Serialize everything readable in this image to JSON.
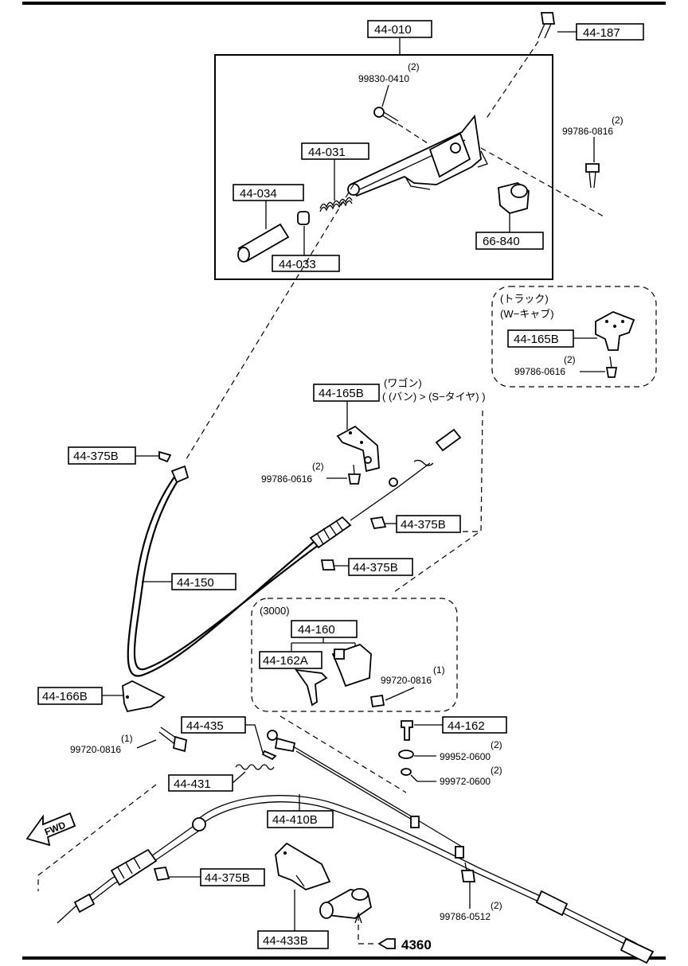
{
  "parts": {
    "p44_010": "44-010",
    "p44_187": "44-187",
    "p44_031": "44-031",
    "p44_034": "44-034",
    "p44_033": "44-033",
    "p66_840": "66-840",
    "p44_165b_truck": "44-165B",
    "p44_165b_wagon": "44-165B",
    "p44_375b_1": "44-375B",
    "p44_375b_2": "44-375B",
    "p44_375b_3": "44-375B",
    "p44_375b_4": "44-375B",
    "p44_150": "44-150",
    "p44_160": "44-160",
    "p44_162a": "44-162A",
    "p44_166b": "44-166B",
    "p44_435": "44-435",
    "p44_162": "44-162",
    "p44_431": "44-431",
    "p44_410b": "44-410B",
    "p44_433b": "44-433B"
  },
  "bolts": {
    "b99830": "99830-0410",
    "b99830_qty": "(2)",
    "b99786_top": "99786-0816",
    "b99786_top_qty": "(2)",
    "b99786_truck": "99786-0616",
    "b99786_truck_qty": "(2)",
    "b99786_mid": "99786-0616",
    "b99786_mid_qty": "(2)",
    "b99720_inner": "99720-0816",
    "b99720_inner_qty": "(1)",
    "b99720_left": "99720-0816",
    "b99720_left_qty": "(1)",
    "b99952": "99952-0600",
    "b99952_qty": "(2)",
    "b99972": "99972-0600",
    "b99972_qty": "(2)",
    "b99786_bottom": "99786-0512",
    "b99786_bottom_qty": "(2)"
  },
  "notes": {
    "truck_line1": "(トラック)",
    "truck_line2": "(W−キャブ)",
    "wagon_line1": "(ワゴン)",
    "wagon_line2": "( (バン) > (S−タイヤ) )",
    "engine": "(3000)",
    "fwd": "FWD",
    "ref": "4360"
  }
}
